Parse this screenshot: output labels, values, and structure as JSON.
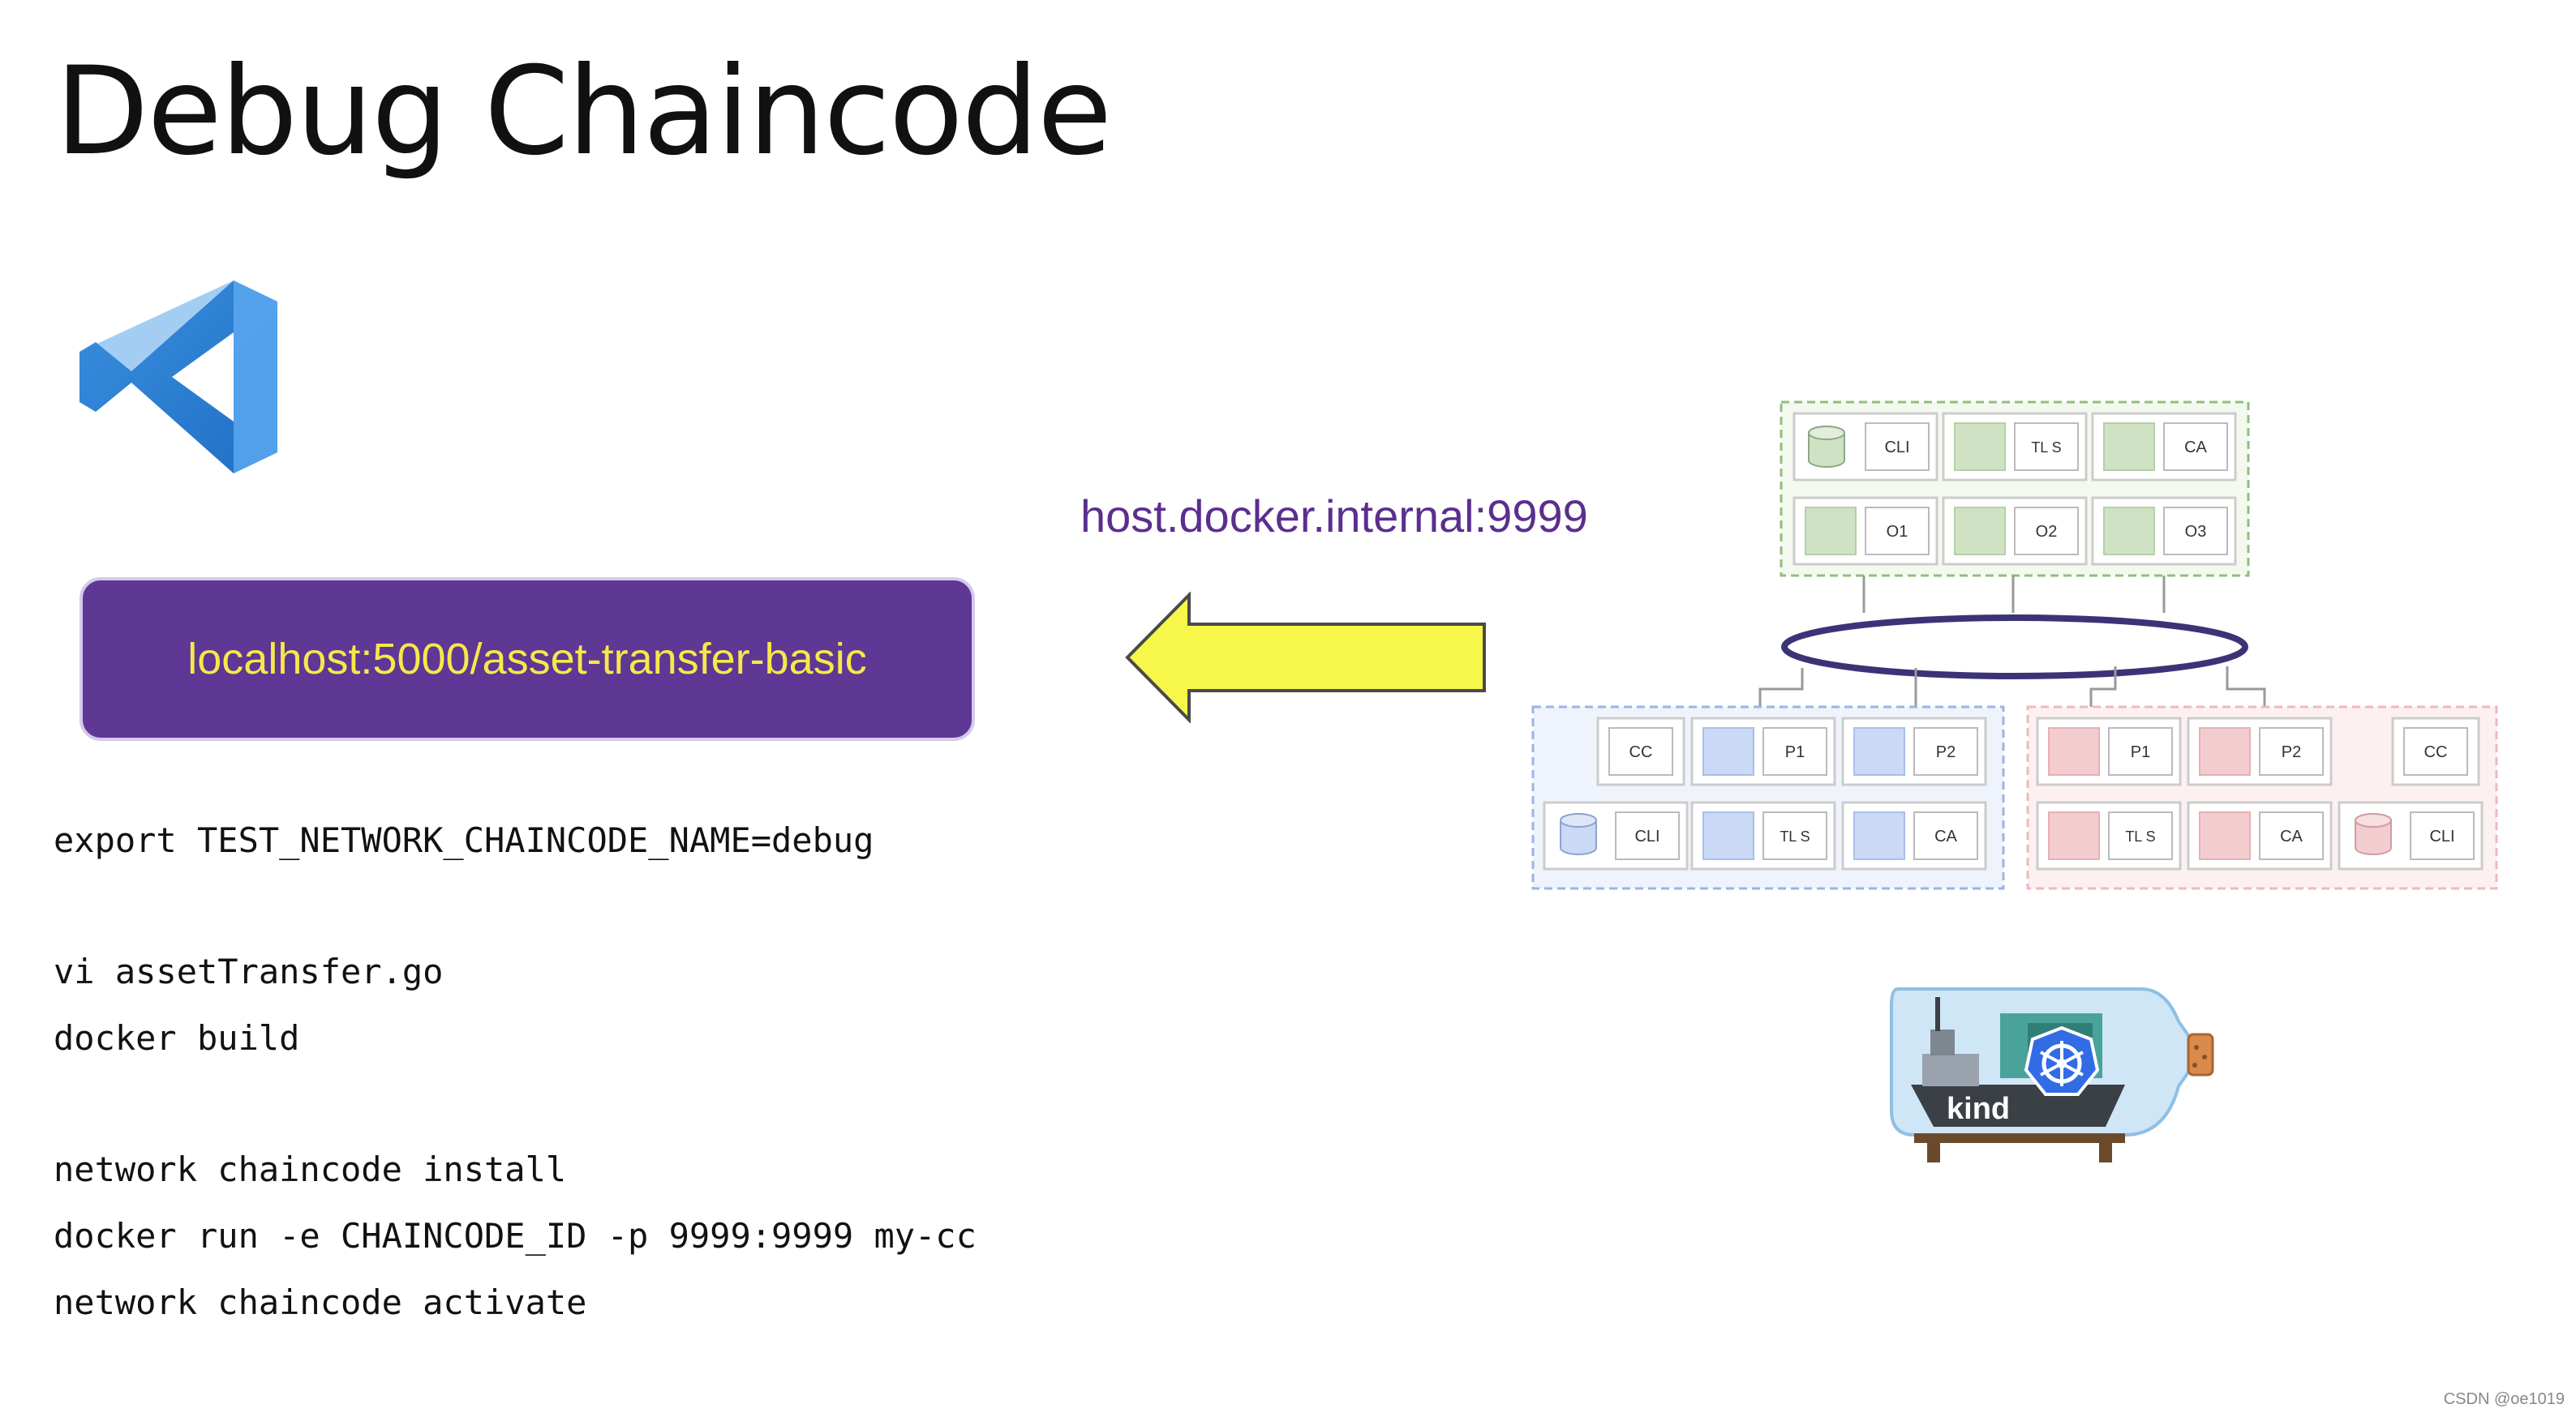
{
  "slide": {
    "title": "Debug Chaincode",
    "logo_icon": "vscode-icon",
    "url_box_text": "localhost:5000/asset-transfer-basic",
    "host_label": "host.docker.internal:9999",
    "arrow_icon": "left-arrow-icon",
    "commands": [
      "export TEST_NETWORK_CHAINCODE_NAME=debug",
      "vi assetTransfer.go",
      "docker build",
      "network chaincode install",
      "docker run -e CHAINCODE_ID -p 9999:9999 my-cc",
      "network chaincode activate"
    ],
    "watermark": "CSDN @oe1019"
  },
  "diagram": {
    "orderer_org": {
      "row1": [
        "CLI",
        "TL S",
        "CA"
      ],
      "row2": [
        "O1",
        "O2",
        "O3"
      ]
    },
    "org1": {
      "row1": [
        "CC",
        "P1",
        "P2"
      ],
      "row2": [
        "CLI",
        "TL S",
        "CA"
      ]
    },
    "org2": {
      "row1": [
        "P1",
        "P2",
        "CC"
      ],
      "row2": [
        "TL S",
        "CA",
        "CLI"
      ]
    }
  },
  "kind": {
    "label": "kind",
    "icon": "kubernetes-wheel-icon"
  },
  "colors": {
    "url_box_bg": "#5f3794",
    "url_box_text": "#f6e84a",
    "host_label": "#5a2f8e",
    "arrow_fill": "#f7f74a",
    "orderer_org": "#8fc07a",
    "org1": "#9ab4e6",
    "org2": "#f0b8bc",
    "channel_ring": "#3a3476"
  }
}
